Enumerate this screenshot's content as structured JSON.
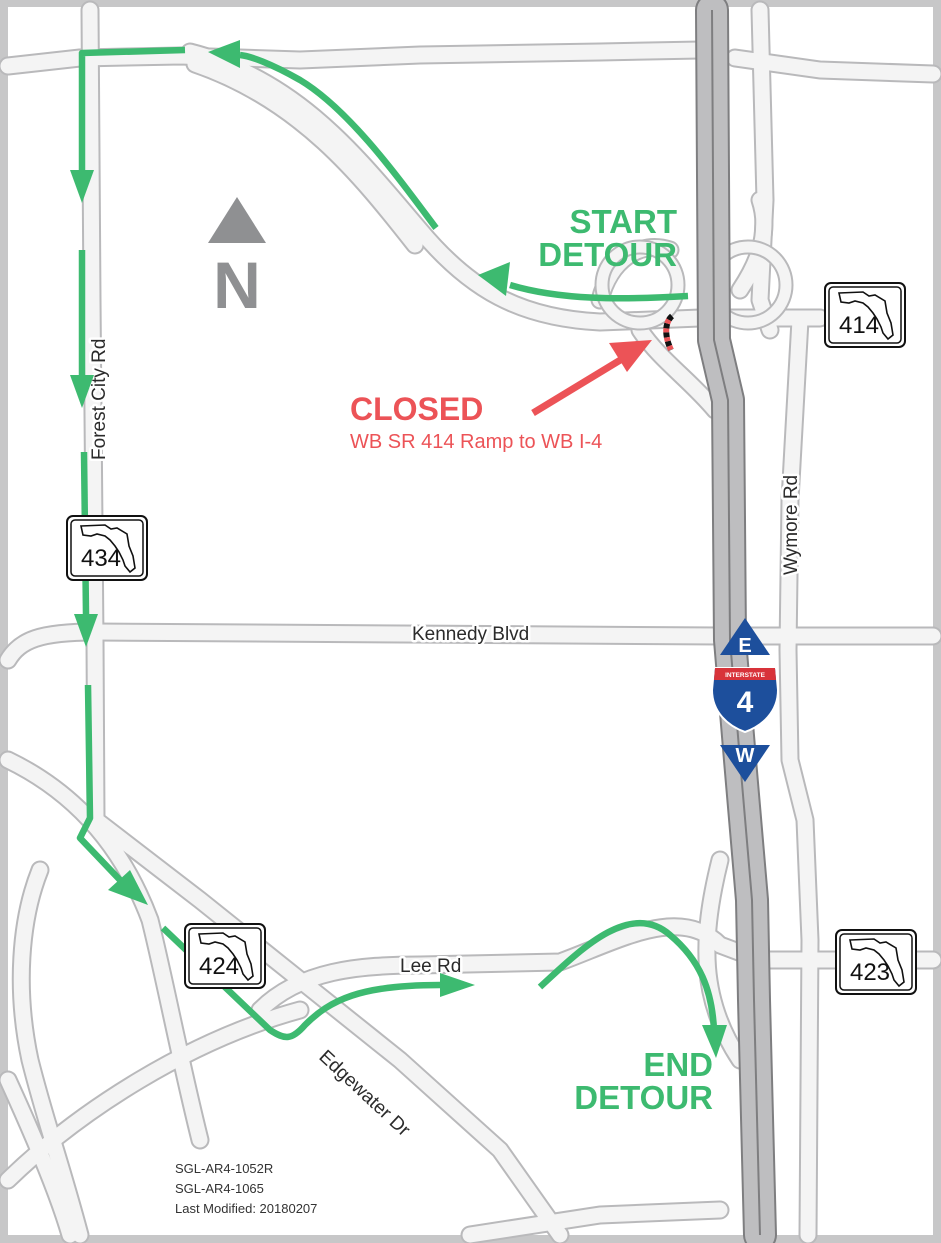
{
  "roads": {
    "forest_city": "Forest City Rd",
    "kennedy": "Kennedy Blvd",
    "wymore": "Wymore Rd",
    "lee": "Lee Rd",
    "edgewater": "Edgewater Dr"
  },
  "detour": {
    "start_line1": "START",
    "start_line2": "DETOUR",
    "end_line1": "END",
    "end_line2": "DETOUR",
    "color": "#3dba70"
  },
  "closure": {
    "title": "CLOSED",
    "subtitle": "WB SR 414 Ramp to WB I-4",
    "color": "#ec5357"
  },
  "north_label": "N",
  "shields": {
    "sr414": "414",
    "sr434": "434",
    "sr424": "424",
    "sr423": "423"
  },
  "interstate": {
    "band": "INTERSTATE",
    "number": "4",
    "east": "E",
    "west": "W",
    "color": "#1d4f9c"
  },
  "footer": {
    "line1": "SGL-AR4-1052R",
    "line2": "SGL-AR4-1065",
    "line3": "Last Modified: 20180207"
  }
}
